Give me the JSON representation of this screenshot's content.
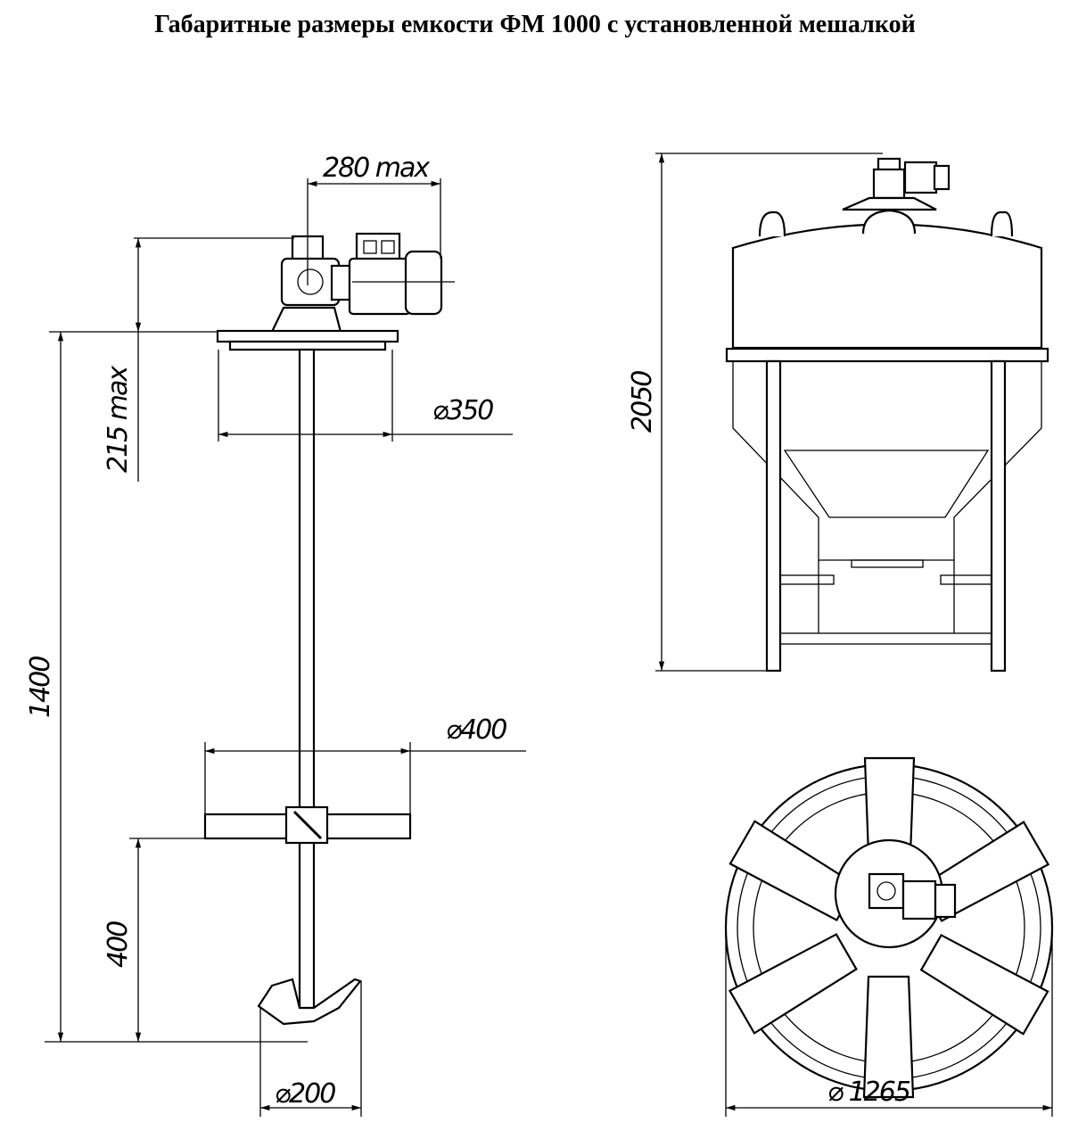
{
  "title": "Габаритные размеры емкости ФМ 1000 с установленной мешалкой",
  "mixer_dimensions": {
    "motor_width": "280 max",
    "motor_height": "215 max",
    "flange_diameter": "⌀350",
    "shaft_length": "1400",
    "upper_impeller_diameter": "⌀400",
    "impeller_spacing": "400",
    "lower_impeller_diameter": "⌀200"
  },
  "tank_dimensions": {
    "total_height": "2050",
    "diameter": "⌀ 1265"
  }
}
